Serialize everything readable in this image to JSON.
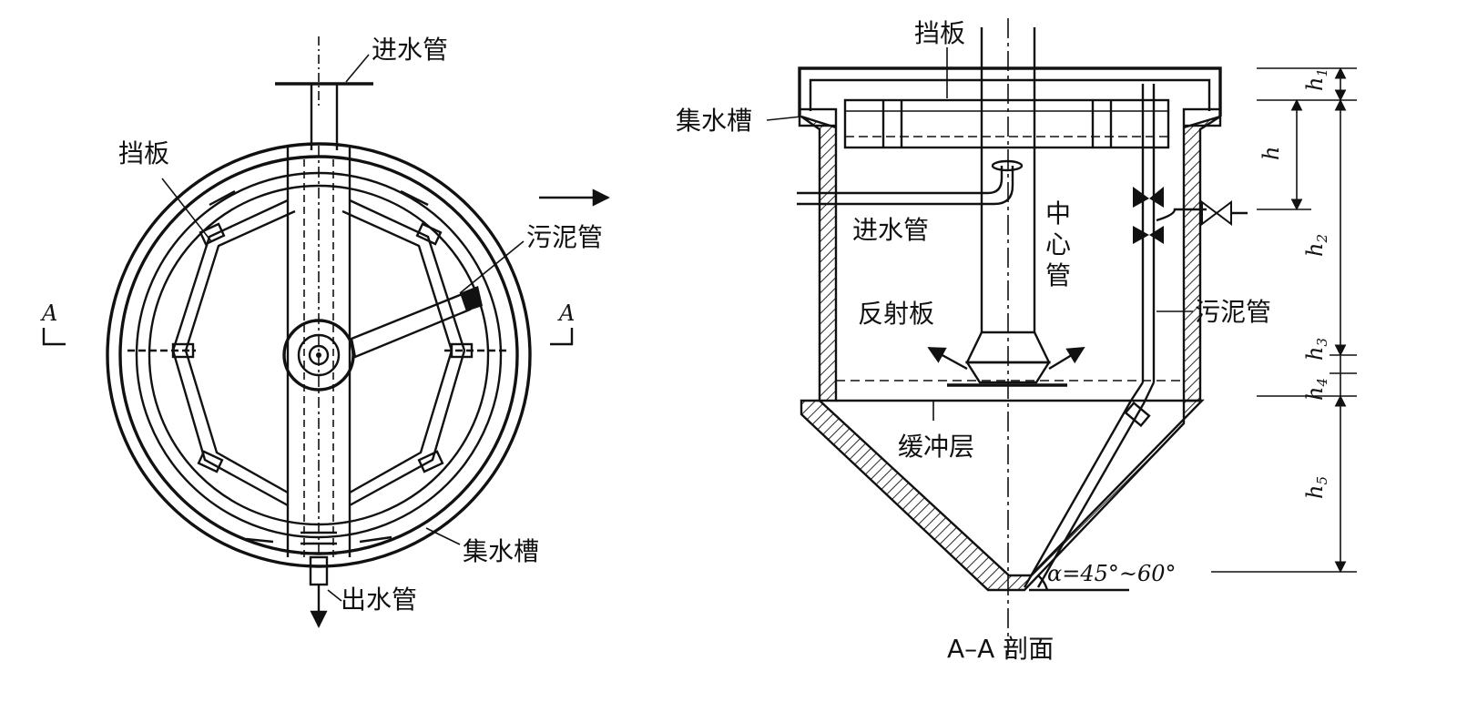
{
  "plan_view": {
    "inlet_pipe": "进水管",
    "baffle": "挡板",
    "sludge_pipe": "污泥管",
    "collection_trough": "集水槽",
    "outlet_pipe": "出水管",
    "section_mark_left": "A",
    "section_mark_right": "A"
  },
  "section_view": {
    "baffle": "挡板",
    "collection_trough": "集水槽",
    "inlet_pipe": "进水管",
    "center_pipe": [
      "中",
      "心",
      "管"
    ],
    "reflector_plate": "反射板",
    "sludge_pipe": "污泥管",
    "buffer_layer": "缓冲层",
    "angle_label": "α=45°~60°",
    "caption": "A–A 剖面"
  },
  "dimensions": {
    "h1": {
      "base": "h",
      "sub": "1"
    },
    "h": {
      "base": "h",
      "sub": ""
    },
    "h2": {
      "base": "h",
      "sub": "2"
    },
    "h3": {
      "base": "h",
      "sub": "3"
    },
    "h4": {
      "base": "h",
      "sub": "4"
    },
    "h5": {
      "base": "h",
      "sub": "5"
    }
  },
  "colors": {
    "ink": "#111111",
    "paper": "#ffffff"
  }
}
